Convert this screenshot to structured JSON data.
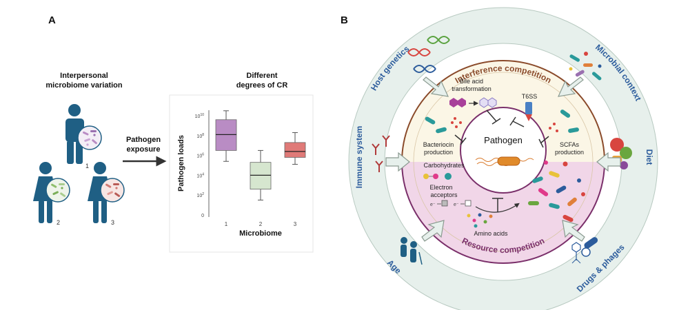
{
  "panel_a": {
    "label": "A",
    "variation_title": [
      "Interpersonal",
      "microbiome variation"
    ],
    "person_numbers": [
      "1",
      "2",
      "3"
    ],
    "exposure_label": [
      "Pathogen",
      "exposure"
    ],
    "cr_title": [
      "Different",
      "degrees of CR"
    ],
    "chart_data": {
      "type": "box",
      "categories": [
        "1",
        "2",
        "3"
      ],
      "xlabel": "Microbiome",
      "ylabel": "Pathogen loads",
      "y_scale": "log10",
      "y_tick_labels": [
        {
          "base": "10",
          "exp": "10",
          "log": 10
        },
        {
          "base": "10",
          "exp": "8",
          "log": 8
        },
        {
          "base": "10",
          "exp": "6",
          "log": 6
        },
        {
          "base": "10",
          "exp": "4",
          "log": 4
        },
        {
          "base": "10",
          "exp": "2",
          "log": 2
        },
        {
          "base": "0",
          "exp": "",
          "log": 0
        }
      ],
      "boxes": [
        {
          "category": "1",
          "color": "#b98cc4",
          "min": 5.4,
          "q1": 6.5,
          "median": 8.1,
          "q3": 9.6,
          "max": 10.5
        },
        {
          "category": "2",
          "color": "#d6e6cf",
          "min": 1.5,
          "q1": 2.6,
          "median": 4.0,
          "q3": 5.3,
          "max": 6.5
        },
        {
          "category": "3",
          "color": "#e07a78",
          "min": 5.1,
          "q1": 5.8,
          "median": 6.4,
          "q3": 7.3,
          "max": 8.3
        }
      ]
    }
  },
  "panel_b": {
    "label": "B",
    "outer_factors": [
      "Host genetics",
      "Microbial context",
      "Immune system",
      "Diet",
      "Age",
      "Drugs & phages"
    ],
    "interference_title": "Interference competition",
    "resource_title": "Resource competition",
    "center_label": "Pathogen",
    "bile_acid": [
      "Bile acid",
      "transformation"
    ],
    "t6ss": "T6SS",
    "bacteriocin": [
      "Bacteriocin",
      "production"
    ],
    "scfas": [
      "SCFAs",
      "production"
    ],
    "carbohydrates": "Carbohydrates",
    "electron_acceptors": [
      "Electron",
      "acceptors"
    ],
    "electron_symbol": "e⁻",
    "amino_acids": "Amino acids"
  },
  "colors": {
    "person": "#1f5f84",
    "outer_ring": "#e7f0ec",
    "outer_ring_stroke": "#b7c9c0",
    "interference_fill": "#fbf6e6",
    "interference_stroke": "#8a4a2a",
    "resource_fill": "#f1d6e8",
    "resource_stroke": "#7a2f6a",
    "factor_text": "#2c5c9c"
  }
}
